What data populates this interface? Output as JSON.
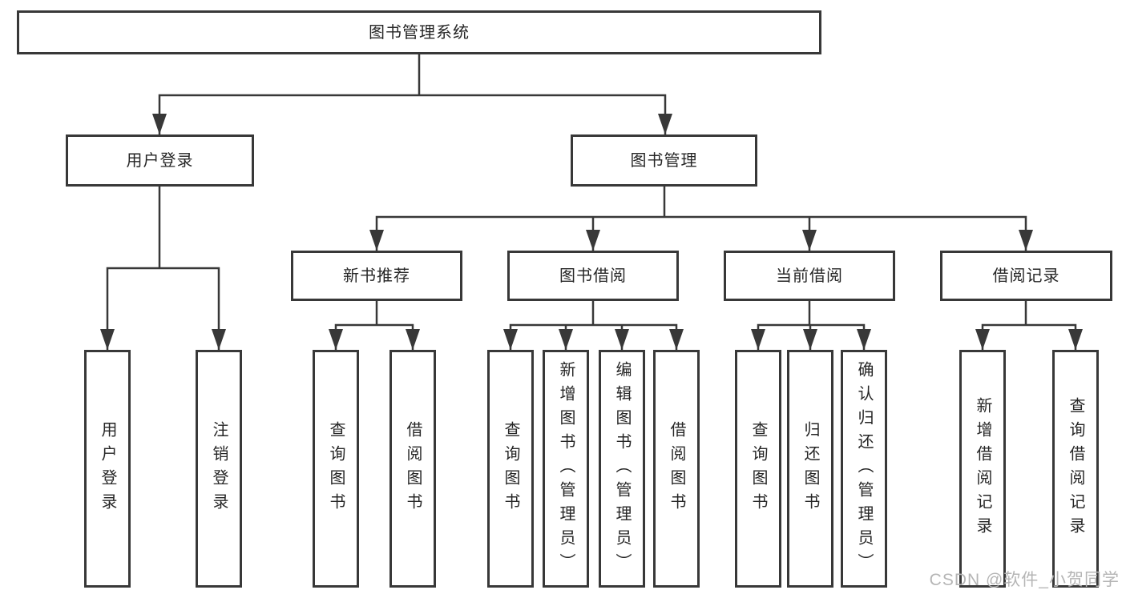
{
  "tree": {
    "label": "图书管理系统",
    "children": [
      {
        "label": "用户登录",
        "children": [
          {
            "label": "用户登录"
          },
          {
            "label": "注销登录"
          }
        ]
      },
      {
        "label": "图书管理",
        "children": [
          {
            "label": "新书推荐",
            "children": [
              {
                "label": "查询图书"
              },
              {
                "label": "借阅图书"
              }
            ]
          },
          {
            "label": "图书借阅",
            "children": [
              {
                "label": "查询图书"
              },
              {
                "label": "新增图书（管理员）"
              },
              {
                "label": "编辑图书（管理员）"
              },
              {
                "label": "借阅图书"
              }
            ]
          },
          {
            "label": "当前借阅",
            "children": [
              {
                "label": "查询图书"
              },
              {
                "label": "归还图书"
              },
              {
                "label": "确认归还（管理员）"
              }
            ]
          },
          {
            "label": "借阅记录",
            "children": [
              {
                "label": "新增借阅记录"
              },
              {
                "label": "查询借阅记录"
              }
            ]
          }
        ]
      }
    ]
  },
  "watermark": {
    "text": "CSDN @软件_小贺同学"
  },
  "colors": {
    "line": "#383838",
    "node_border": "#383838",
    "node_background": "#ffffff",
    "text": "#262626",
    "watermark": "#b5b5b5",
    "canvas_background": "#ffffff"
  }
}
